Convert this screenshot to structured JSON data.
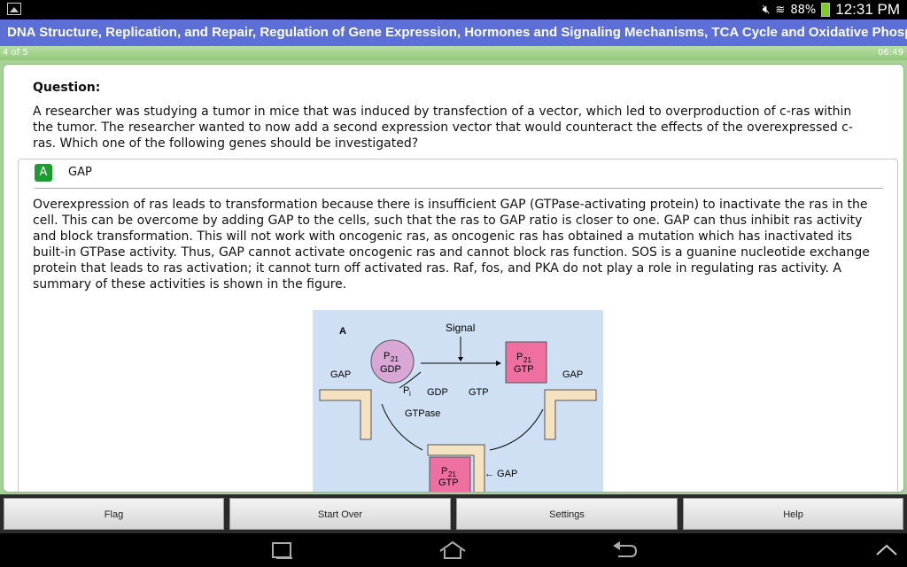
{
  "status": {
    "battery": "88%",
    "time": "12:31 PM"
  },
  "title": "DNA Structure, Replication, and Repair, Regulation of Gene Expression, Hormones and Signaling Mechanisms, TCA Cycle and Oxidative Phosp…",
  "progress": {
    "count": "4 of 5",
    "timer": "06:49"
  },
  "question": {
    "label": "Question:",
    "text": "A researcher was studying a tumor in mice that was induced by transfection of a vector, which led to overproduction of c-ras within the tumor. The researcher wanted to now add a second expression vector that would counteract the effects of the overexpressed c-ras. Which one of the following genes should be investigated?"
  },
  "answer": {
    "letter": "A",
    "label": "GAP",
    "explanation": "Overexpression of ras leads to transformation because there is insufficient GAP (GTPase-activating protein) to inactivate the ras in the cell. This can be overcome by adding GAP to the cells, such that the ras to GAP ratio is closer to one. GAP can thus inhibit ras activity and block transformation. This will not work with oncogenic ras, as oncogenic ras has obtained a mutation which has inactivated its built-in GTPase activity. Thus, GAP cannot activate oncogenic ras and cannot block ras function. SOS is a guanine nucleotide exchange protein that leads to ras activation; it cannot turn off activated ras. Raf, fos, and PKA do not play a role in regulating ras activity. A summary of these activities is shown in the figure."
  },
  "figure": {
    "panel": "A",
    "signal": "Signal",
    "p21": "P",
    "p21_sub": "21",
    "gdp": "GDP",
    "gtp": "GTP",
    "gap": "GAP",
    "pi": "P",
    "pi_sub": "i",
    "gtpase": "GTPase",
    "gap_arrow": "← GAP",
    "colors": {
      "gdp_fill": "#d9a7d6",
      "gtp_fill": "#ef6fa0",
      "bracket": "#f4e2c0",
      "bg": "#cfe0f5"
    }
  },
  "buttons": {
    "flag": "Flag",
    "start_over": "Start Over",
    "settings": "Settings",
    "help": "Help"
  },
  "nav": {
    "recents": "recents-icon",
    "home": "home-icon",
    "back": "back-icon",
    "up": "chevron-up-icon"
  }
}
